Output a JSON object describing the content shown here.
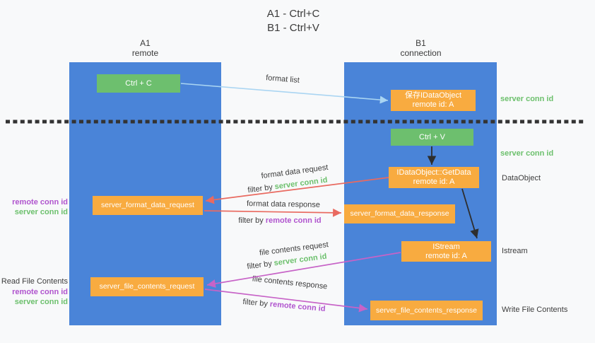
{
  "title": {
    "line1": "A1 - Ctrl+C",
    "line2": "B1 - Ctrl+V"
  },
  "lanes": {
    "left": {
      "title": "A1",
      "subtitle": "remote"
    },
    "right": {
      "title": "B1",
      "subtitle": "connection"
    }
  },
  "nodes": {
    "ctrl_c": {
      "label": "Ctrl + C"
    },
    "save_idataobject": {
      "line1": "保存IDataObject",
      "line2": "remote id: A"
    },
    "ctrl_v": {
      "label": "Ctrl + V"
    },
    "idataobject_getdata": {
      "line1": "IDataObject::GetData",
      "line2": "remote id: A"
    },
    "server_format_data_request": {
      "label": "server_format_data_request"
    },
    "server_format_data_response": {
      "label": "server_format_data_response"
    },
    "istream": {
      "line1": "IStream",
      "line2": "remote id: A"
    },
    "server_file_contents_request": {
      "label": "server_file_contents_request"
    },
    "server_file_contents_response": {
      "label": "server_file_contents_response"
    }
  },
  "arrows": {
    "format_list": {
      "label": "format list"
    },
    "format_data_request": {
      "label": "format data request",
      "filter_prefix": "filter by",
      "filter_key": "server conn id"
    },
    "format_data_response": {
      "label": "format data response",
      "filter_prefix": "filter by",
      "filter_key": "remote conn id"
    },
    "file_contents_request": {
      "label": "file contents request",
      "filter_prefix": "filter by",
      "filter_key": "server conn id"
    },
    "file_contents_response": {
      "label": "file contents response",
      "filter_prefix": "filter by",
      "filter_key": "remote conn id"
    }
  },
  "side_labels": {
    "right_server_conn_top": "server conn id",
    "right_server_conn_mid": "server conn id",
    "right_dataobject": "DataObject",
    "right_istream": "Istream",
    "right_write_file": "Write File Contents",
    "left_remote_conn_1": "remote conn id",
    "left_server_conn_1": "server conn id",
    "left_read_file": "Read File Contents",
    "left_remote_conn_2": "remote conn id",
    "left_server_conn_2": "server conn id"
  },
  "colors": {
    "lane_blue": "#4a84d8",
    "node_green": "#6dbf6e",
    "node_orange": "#f8ab40",
    "text_dark": "#3d3d3d",
    "accent_green": "#6cc06c",
    "accent_purple": "#b054ce",
    "arrow_salmon": "#e96a60",
    "arrow_magenta": "#c763c7",
    "arrow_lightblue": "#aad5f2",
    "arrow_black": "#2e2e2e"
  }
}
